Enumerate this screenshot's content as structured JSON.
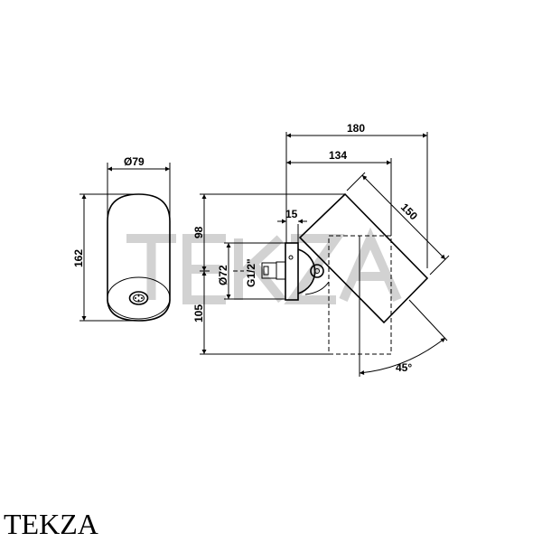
{
  "watermark": "TEKZA",
  "logo": "TEKZA",
  "side_view": {
    "diameter_label": "Ø79",
    "height_label": "162"
  },
  "front_view": {
    "dim_total_width": "180",
    "dim_width": "134",
    "dim_plate": "15",
    "dim_length": "150",
    "dim_upper": "98",
    "dim_lower": "105",
    "dim_plate_diameter": "Ø72",
    "thread_label": "G1/2\"",
    "angle_label": "45°"
  }
}
